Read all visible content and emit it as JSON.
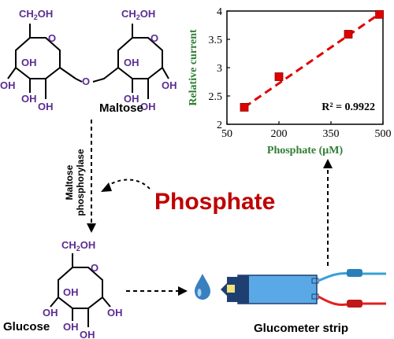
{
  "structure_labels": {
    "ch2oh_left": "CH2OH",
    "ch2oh_right": "CH2OH",
    "ch2oh_glucose": "CH2OH",
    "oh": "OH",
    "ring_o": "O",
    "bridge_o": "O",
    "maltose": "Maltose",
    "glucose": "Glucose"
  },
  "enzyme": {
    "line1": "Maltose",
    "line2": "phosphorylase"
  },
  "analyte": "Phosphate",
  "device_label": "Glucometer strip",
  "colors": {
    "structure_text": "#5a2d91",
    "bond": "#000000",
    "analyte": "#c00000",
    "chart_axis_title": "#2e7d32",
    "marker": "#e00000",
    "fit_line": "#e00000",
    "strip_body": "#5aa9e6",
    "strip_dark": "#1f3f73",
    "strip_tip": "#f2e27a",
    "wire_blue": "#3aa0d8",
    "wire_red": "#e02020",
    "drop": "#3a7fc0"
  },
  "chart_data": {
    "type": "scatter",
    "title": "",
    "xlabel": "Phosphate (μM)",
    "ylabel": "Relative current",
    "xlim": [
      50,
      500
    ],
    "ylim": [
      2,
      4
    ],
    "x_ticks": [
      50,
      200,
      350,
      500
    ],
    "y_ticks": [
      2,
      2.5,
      3,
      3.5,
      4
    ],
    "x_tick_labels": [
      "50",
      "200",
      "350",
      "500"
    ],
    "y_tick_labels": [
      "2",
      "2.5",
      "3",
      "3.5",
      "4"
    ],
    "grid": false,
    "points": [
      {
        "x": 100,
        "y": 2.3,
        "err": 0.05
      },
      {
        "x": 200,
        "y": 2.84,
        "err": 0.04
      },
      {
        "x": 400,
        "y": 3.59,
        "err": 0.06
      },
      {
        "x": 490,
        "y": 3.94,
        "err": 0.04
      }
    ],
    "fit": {
      "style": "dashed",
      "x": [
        100,
        490
      ],
      "y": [
        2.3,
        3.95
      ]
    },
    "annotation": "R² = 0.9922"
  }
}
